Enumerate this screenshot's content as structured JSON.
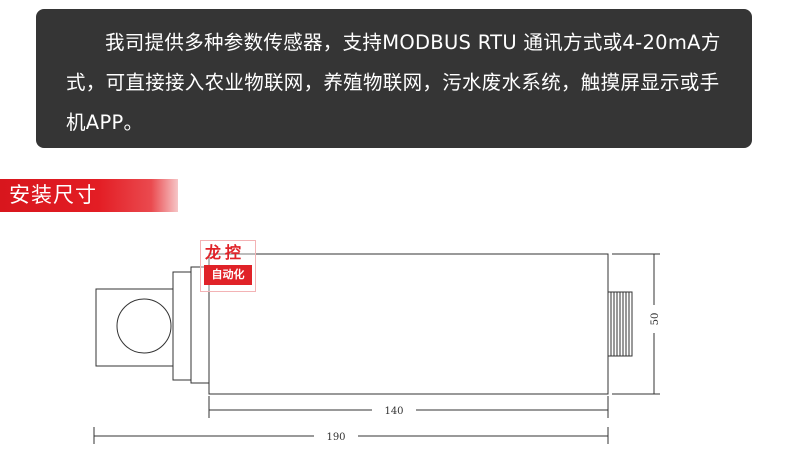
{
  "intro": {
    "text": "我司提供多种参数传感器，支持MODBUS RTU 通讯方式或4-20mA方式，可直接接入农业物联网，养殖物联网，污水废水系统，触摸屏显示或手机APP。"
  },
  "section": {
    "title": "安装尺寸"
  },
  "watermark": {
    "top": "龙控",
    "bottom": "自动化"
  },
  "dimensions": {
    "height_label": "50",
    "body_length_label": "140",
    "total_length_label": "190"
  },
  "colors": {
    "box_bg": "#353535",
    "accent_red": "#e31d24",
    "line": "#333333"
  }
}
